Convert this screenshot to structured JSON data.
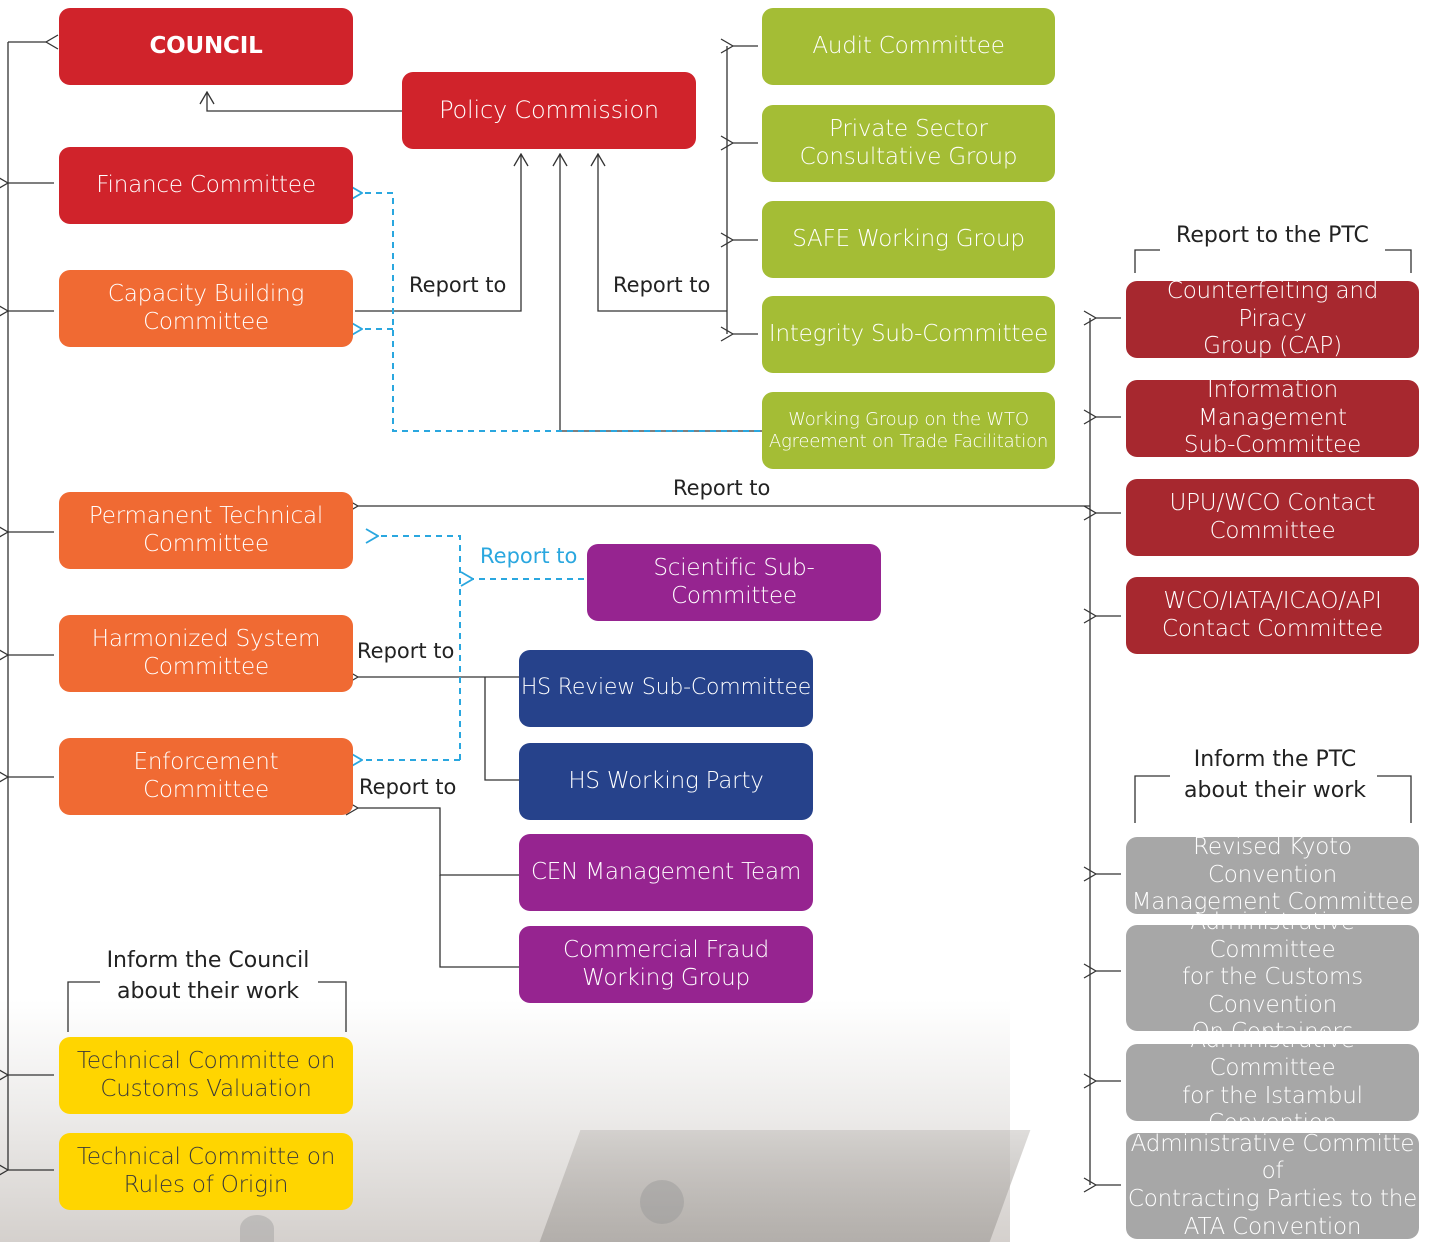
{
  "colors": {
    "council_red": "#d0232b",
    "orange": "#f06a33",
    "green": "#a4bd35",
    "purple": "#962490",
    "navy": "#26428b",
    "yellow": "#ffd500",
    "dark_red": "#a7282f",
    "gray": "#a7a7a7",
    "dashed_blue": "#2aa7df"
  },
  "left_column": {
    "council": "COUNCIL",
    "finance": "Finance Committee",
    "capacity": [
      "Capacity Building",
      "Committee"
    ],
    "ptc": [
      "Permanent Technical",
      "Committee"
    ],
    "hs": [
      "Harmonized System",
      "Committee"
    ],
    "enforcement": [
      "Enforcement",
      "Committee"
    ],
    "tcv": [
      "Technical Committe on",
      "Customs Valuation"
    ],
    "tro": [
      "Technical Committe on",
      "Rules of Origin"
    ]
  },
  "center": {
    "policy": "Policy Commission",
    "audit": "Audit Committee",
    "private_sector": [
      "Private Sector",
      "Consultative Group"
    ],
    "safe": "SAFE Working Group",
    "integrity": "Integrity Sub-Committee",
    "wto": [
      "Working Group on the WTO",
      "Agreement on Trade Facilitation"
    ],
    "scientific": "Scientific Sub-Committee",
    "hs_review": "HS Review Sub-Committee",
    "hs_working": "HS Working Party",
    "cen": "CEN Management Team",
    "fraud": [
      "Commercial Fraud",
      "Working Group"
    ]
  },
  "right_column": {
    "cap": [
      "Counterfeiting and Piracy",
      "Group (CAP)"
    ],
    "imsc": [
      "Information Management",
      "Sub-Committee"
    ],
    "upu": [
      "UPU/WCO Contact",
      "Committee"
    ],
    "iata": [
      "WCO/IATA/ICAO/API",
      "Contact Committee"
    ],
    "kyoto": [
      "Revised Kyoto Convention",
      "Management Committee"
    ],
    "containers": [
      "Administrative Committee",
      "for the Customs Convention",
      "On Containers"
    ],
    "istambul": [
      "Administrative Committee",
      "for the Istambul Convention"
    ],
    "ata": [
      "Administrative Committe of",
      "Contracting Parties to the",
      "ATA Convention"
    ]
  },
  "labels": {
    "report_to": "Report to",
    "report_to_ptc": "Report to the PTC",
    "inform_ptc": [
      "Inform the PTC",
      "about their work"
    ],
    "inform_council": [
      "Inform the Council",
      "about their work"
    ]
  }
}
